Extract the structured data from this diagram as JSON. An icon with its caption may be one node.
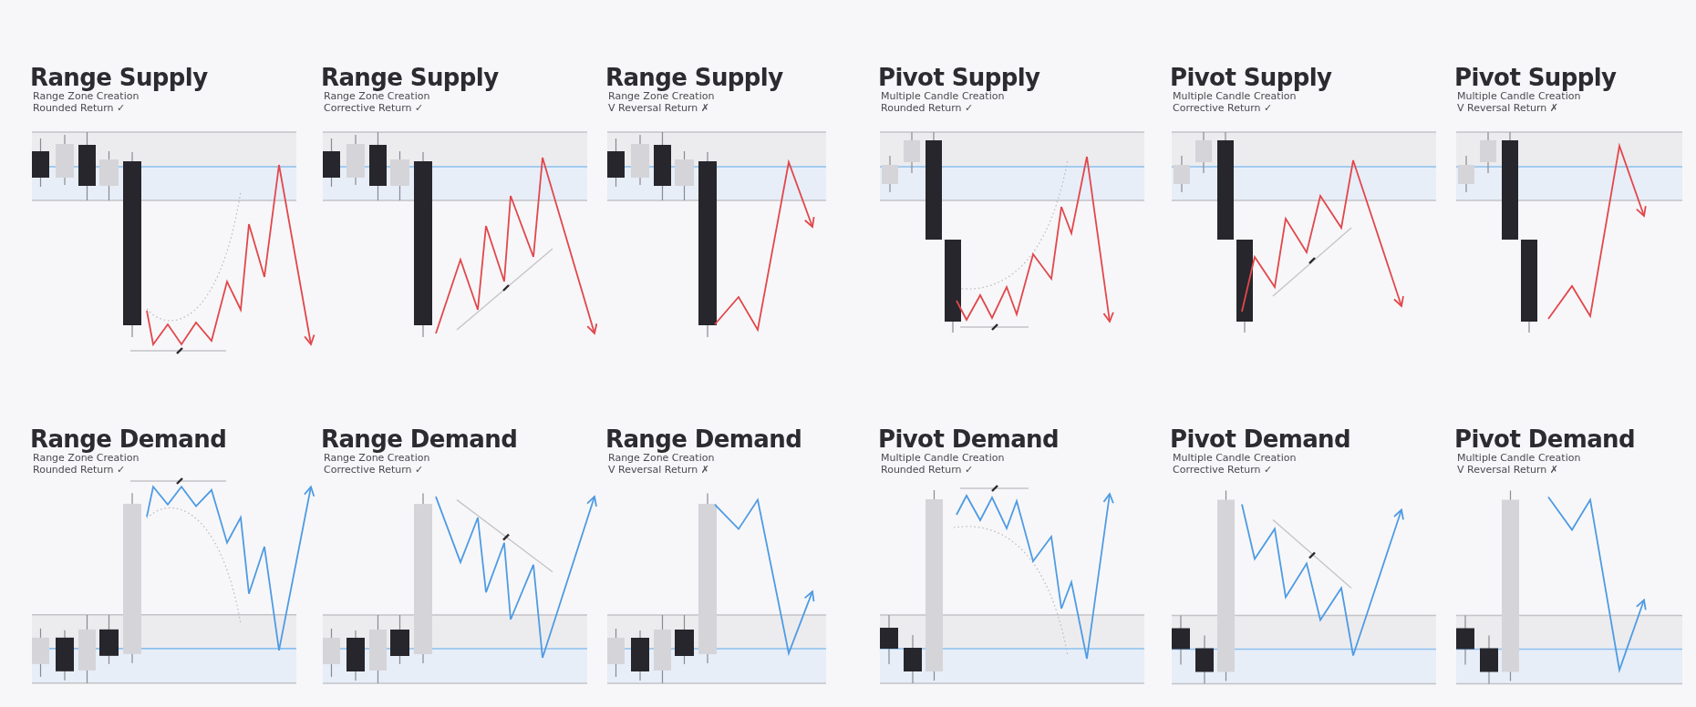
{
  "diagram": {
    "labels": [
      "Range Supply",
      "Range Zone Creation",
      "Rounded Return ✓",
      "Range Supply",
      "Range Zone Creation",
      "Corrective Return ✓",
      "Range Supply",
      "Range Zone Creation",
      "V Reversal Return ✗",
      "Pivot Supply",
      "Multiple Candle Creation",
      "Rounded Return ✓",
      "Pivot Supply",
      "Multiple Candle Creation",
      "Corrective Return ✓",
      "Pivot Supply",
      "Multiple Candle Creation",
      "V Reversal Return ✗",
      "Range Demand",
      "Range Zone Creation",
      "Rounded Return ✓",
      "Range Demand",
      "Range Zone Creation",
      "Corrective Return ✓",
      "Range Demand",
      "Range Zone Creation",
      "V Reversal Return ✗",
      "Pivot Demand",
      "Multiple Candle Creation",
      "Rounded Return ✓",
      "Pivot Demand",
      "Multiple Candle Creation",
      "Corrective Return ✓",
      "Pivot Demand",
      "Multiple Candle Creation",
      "V Reversal Return ✗"
    ]
  }
}
